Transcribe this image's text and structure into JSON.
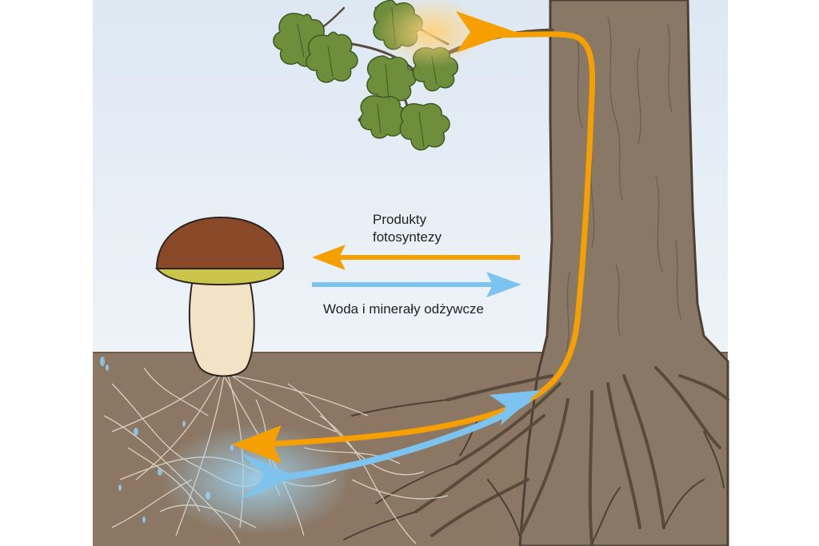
{
  "labels": {
    "photosynthesis_products_line1": "Produkty",
    "photosynthesis_products_line2": "fotosyntezy",
    "water_minerals": "Woda i minerały odżywcze"
  },
  "colors": {
    "sky": "#e6eef6",
    "soil": "#8c7764",
    "trunk": "#8a7866",
    "trunk_dark": "#4e4034",
    "mushroom_cap": "#8a4a2a",
    "mushroom_gills": "#c9c44a",
    "mushroom_stem": "#f2e3c6",
    "leaf": "#6e8e3c",
    "leaf_dark": "#3d5a22",
    "orange_arrow": "#f5a000",
    "blue_arrow": "#7cc3ef",
    "mycelium": "#e8e0d2"
  },
  "icons": {
    "tree": "tree-trunk-icon",
    "leaves": "oak-leaf-icon",
    "mushroom": "boletus-mushroom-icon"
  }
}
